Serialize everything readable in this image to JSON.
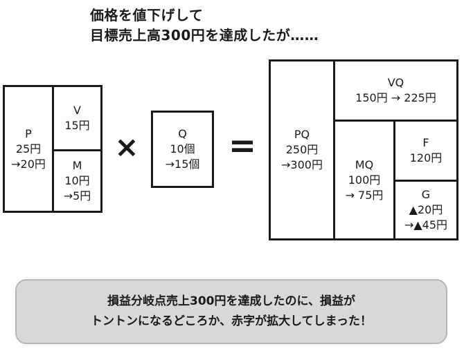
{
  "title": {
    "line1": "価格を値下げして",
    "line2": "目標売上高300円を達成したが……"
  },
  "left_box": {
    "p": {
      "label": "P",
      "from": "25円",
      "to": "→20円"
    },
    "v": {
      "label": "V",
      "value": "15円"
    },
    "m": {
      "label": "M",
      "from": "10円",
      "to": "→5円"
    }
  },
  "times_sign": "×",
  "q_box": {
    "label": "Q",
    "from": "10個",
    "to": "→15個"
  },
  "equals_sign": "=",
  "right_box": {
    "pq": {
      "label": "PQ",
      "from": "250円",
      "to": "→300円"
    },
    "vq": {
      "label": "VQ",
      "value": "150円 → 225円"
    },
    "mq": {
      "label": "MQ",
      "from": "100円",
      "to": "→ 75円"
    },
    "f": {
      "label": "F",
      "value": "120円"
    },
    "g": {
      "label": "G",
      "from": "▲20円",
      "to": "→▲45円"
    }
  },
  "note": {
    "line1": "損益分岐点売上300円を達成したのに、損益が",
    "line2": "トントンになるどころか、赤字が拡大してしまった！"
  }
}
